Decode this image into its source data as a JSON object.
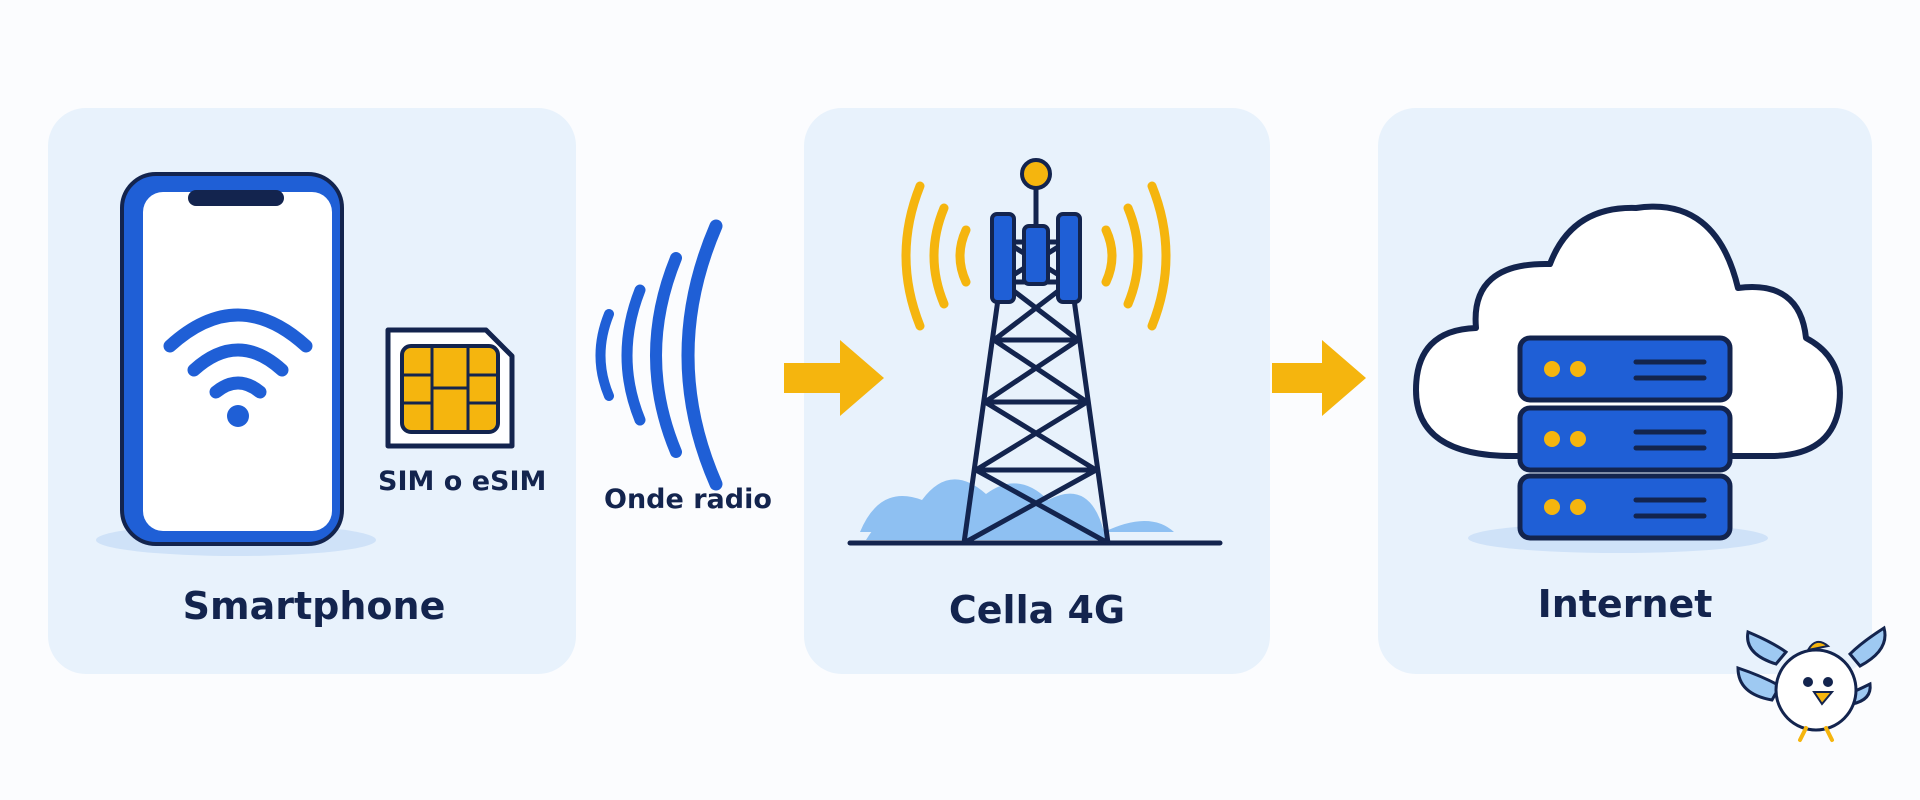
{
  "diagram": {
    "nodes": [
      {
        "id": "smartphone",
        "label": "Smartphone"
      },
      {
        "id": "cell",
        "label": "Cella 4G"
      },
      {
        "id": "internet",
        "label": "Internet"
      }
    ],
    "sim_label": "SIM o eSIM",
    "radio_label": "Onde radio",
    "edges": [
      {
        "from": "smartphone",
        "to": "cell"
      },
      {
        "from": "cell",
        "to": "internet"
      }
    ],
    "icons": [
      "wifi-icon",
      "sim-card-icon",
      "radio-waves-icon",
      "cell-tower-icon",
      "cloud-icon",
      "server-icon",
      "bird-mascot-icon"
    ],
    "colors": {
      "panel": "#e8f2fc",
      "blue": "#1f5fd6",
      "navy": "#13244e",
      "yellow": "#f5b50e",
      "cloud_fill": "#8ec0f2"
    }
  }
}
